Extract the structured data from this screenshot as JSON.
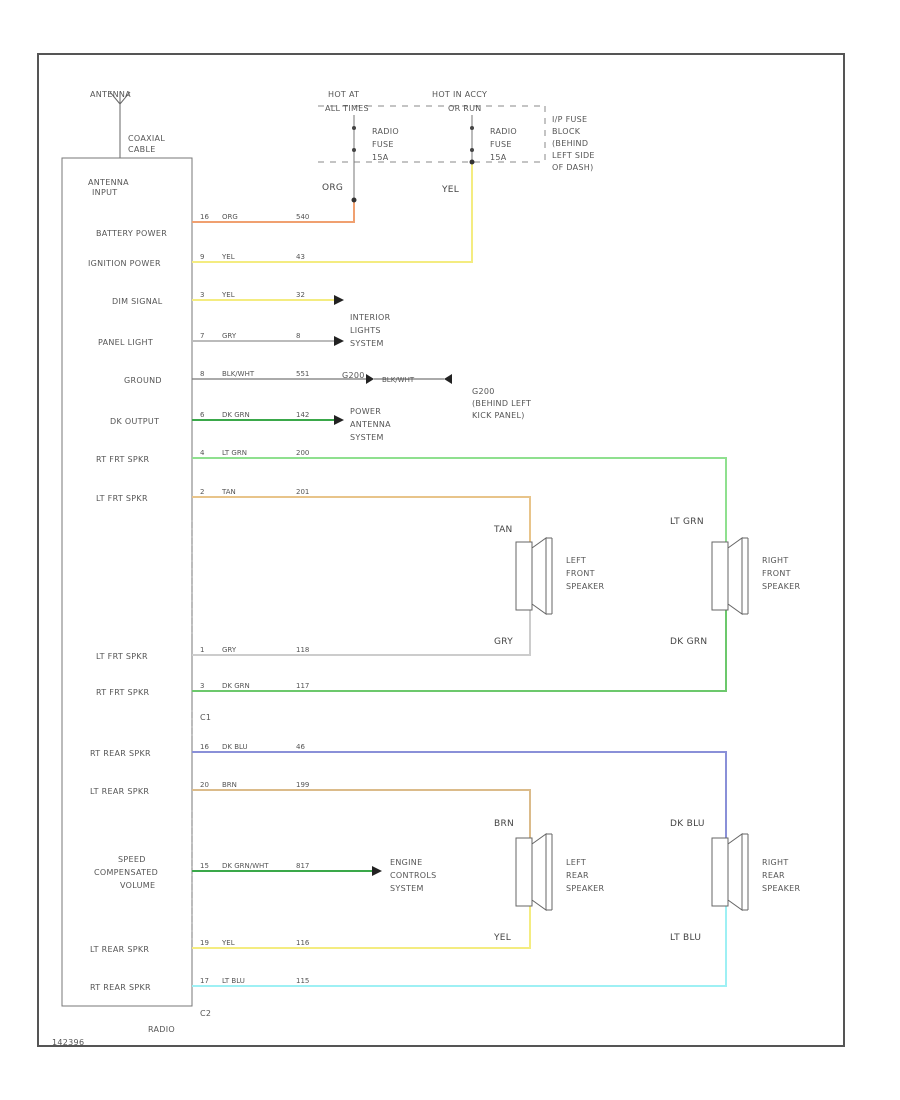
{
  "diagram": {
    "antenna_label": "ANTENNA",
    "coax_label": [
      "COAXIAL",
      "CABLE"
    ],
    "antenna_input": [
      "ANTENNA",
      "INPUT"
    ],
    "component_name": "RADIO",
    "connector_c1": "C1",
    "connector_c2": "C2",
    "footer_code": "142396",
    "fuse_block": {
      "hot_at_all": [
        "HOT AT",
        "ALL TIMES"
      ],
      "hot_run_acc": [
        "HOT IN ACCY",
        "OR RUN"
      ],
      "fuse1": [
        "RADIO",
        "FUSE",
        "15A"
      ],
      "fuse2": [
        "RADIO",
        "FUSE",
        "15A"
      ],
      "location": [
        "I/P FUSE",
        "BLOCK",
        "(BEHIND",
        "LEFT SIDE",
        "OF DASH)"
      ]
    },
    "pins": [
      {
        "label": "BATTERY POWER",
        "pin": "16",
        "color": "ORG",
        "circuit": "540",
        "wire": "#f0a070"
      },
      {
        "label": "IGNITION POWER",
        "pin": "9",
        "color": "YEL",
        "circuit": "43",
        "wire": "#f4ec80"
      },
      {
        "label": "DIM SIGNAL",
        "pin": "3",
        "color": "YEL",
        "circuit": "32",
        "wire": "#f4ec80"
      },
      {
        "label": "PANEL LIGHT",
        "pin": "7",
        "color": "GRY",
        "circuit": "8",
        "wire": "#bbbbbb"
      },
      {
        "label": "GROUND",
        "pin": "8",
        "color": "BLK/WHT",
        "circuit": "551",
        "wire": "#777777"
      },
      {
        "label": "DK OUTPUT",
        "pin": "6",
        "color": "DK GRN",
        "circuit": "142",
        "wire": "#3aa84a"
      },
      {
        "label": "RT FRT SPKR",
        "pin": "4",
        "color": "LT GRN",
        "circuit": "200",
        "wire": "#8fe08f"
      },
      {
        "label": "LT FRT SPKR",
        "pin": "2",
        "color": "TAN",
        "circuit": "201",
        "wire": "#e8c48a"
      },
      {
        "label": "LT FRT SPKR",
        "pin": "1",
        "color": "GRY",
        "circuit": "118",
        "wire": "#cccccc"
      },
      {
        "label": "RT FRT SPKR",
        "pin": "3",
        "color": "DK GRN",
        "circuit": "117",
        "wire": "#6cc86c"
      },
      {
        "label": "RT REAR SPKR",
        "pin": "16",
        "color": "DK BLU",
        "circuit": "46",
        "wire": "#8a90d8"
      },
      {
        "label": "LT REAR SPKR",
        "pin": "20",
        "color": "BRN",
        "circuit": "199",
        "wire": "#dbbb8a"
      },
      {
        "label": "SPEED",
        "pin": "15",
        "color": "DK GRN/WHT",
        "circuit": "817",
        "wire": "#3aa84a"
      },
      {
        "label": "LT REAR SPKR",
        "pin": "19",
        "color": "YEL",
        "circuit": "116",
        "wire": "#f4ec80"
      },
      {
        "label": "RT REAR SPKR",
        "pin": "17",
        "color": "LT BLU",
        "circuit": "115",
        "wire": "#9ef0f4"
      }
    ],
    "speed_label": [
      "SPEED",
      "COMPENSATED",
      "VOLUME"
    ],
    "orange_tag": "ORG",
    "yellow_tag": "YEL",
    "ground_tag": "BLK/WHT",
    "ground_loc": [
      "G200",
      "(BEHIND LEFT",
      "KICK PANEL)"
    ],
    "g200_short": "G200",
    "interior_lights": [
      "INTERIOR",
      "LIGHTS",
      "SYSTEM"
    ],
    "power_antenna": [
      "POWER",
      "ANTENNA",
      "SYSTEM"
    ],
    "engine_controls": [
      "ENGINE",
      "CONTROLS",
      "SYSTEM"
    ],
    "speakers": {
      "left_front": {
        "label": [
          "LEFT",
          "FRONT",
          "SPEAKER"
        ],
        "top_color": "TAN",
        "bottom_color": "GRY"
      },
      "right_front": {
        "label": [
          "RIGHT",
          "FRONT",
          "SPEAKER"
        ],
        "top_color": "LT GRN",
        "bottom_color": "DK GRN"
      },
      "left_rear": {
        "label": [
          "LEFT",
          "REAR",
          "SPEAKER"
        ],
        "top_color": "BRN",
        "bottom_color": "YEL"
      },
      "right_rear": {
        "label": [
          "RIGHT",
          "REAR",
          "SPEAKER"
        ],
        "top_color": "DK BLU",
        "bottom_color": "LT BLU"
      }
    }
  }
}
